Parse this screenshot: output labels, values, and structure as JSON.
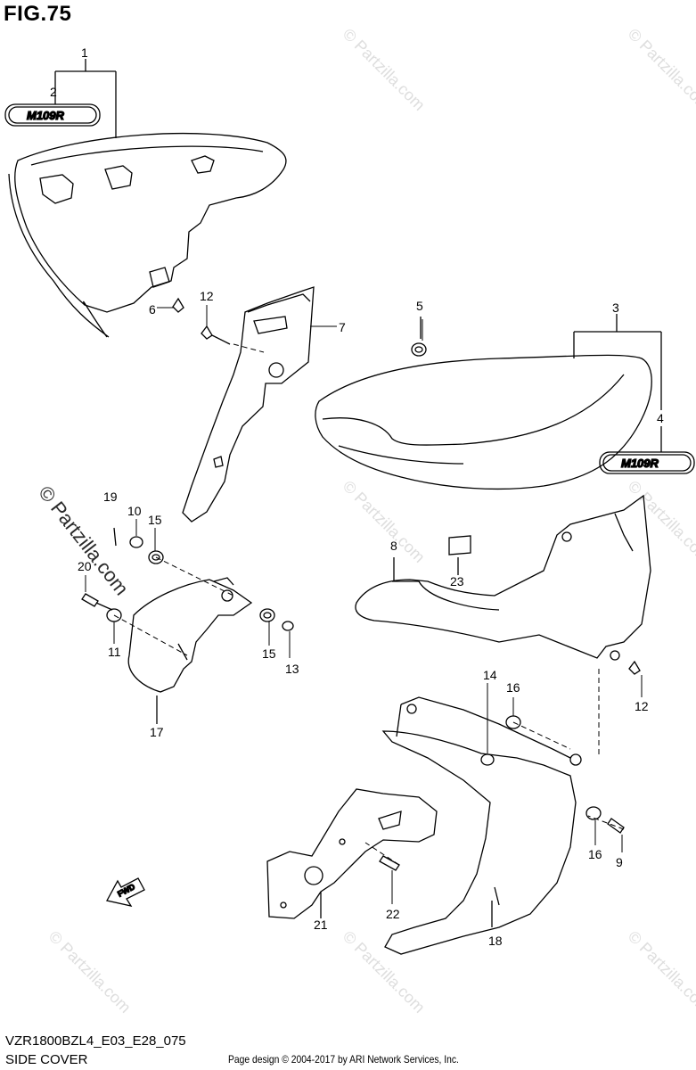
{
  "figure": {
    "title": "FIG.75",
    "model_code": "VZR1800BZL4_E03_E28_075",
    "section": "SIDE COVER",
    "copyright": "Page design © 2004-2017 by ARI Network Services, Inc."
  },
  "watermark": {
    "text": "© Partzilla.com",
    "color": "#dedede"
  },
  "emblem_text": "M109R",
  "fwd_label": "FWD",
  "callouts": [
    "1",
    "2",
    "3",
    "4",
    "5",
    "6",
    "7",
    "8",
    "9",
    "10",
    "11",
    "12",
    "12",
    "13",
    "14",
    "15",
    "15",
    "16",
    "16",
    "17",
    "18",
    "19",
    "20",
    "21",
    "22",
    "23"
  ]
}
